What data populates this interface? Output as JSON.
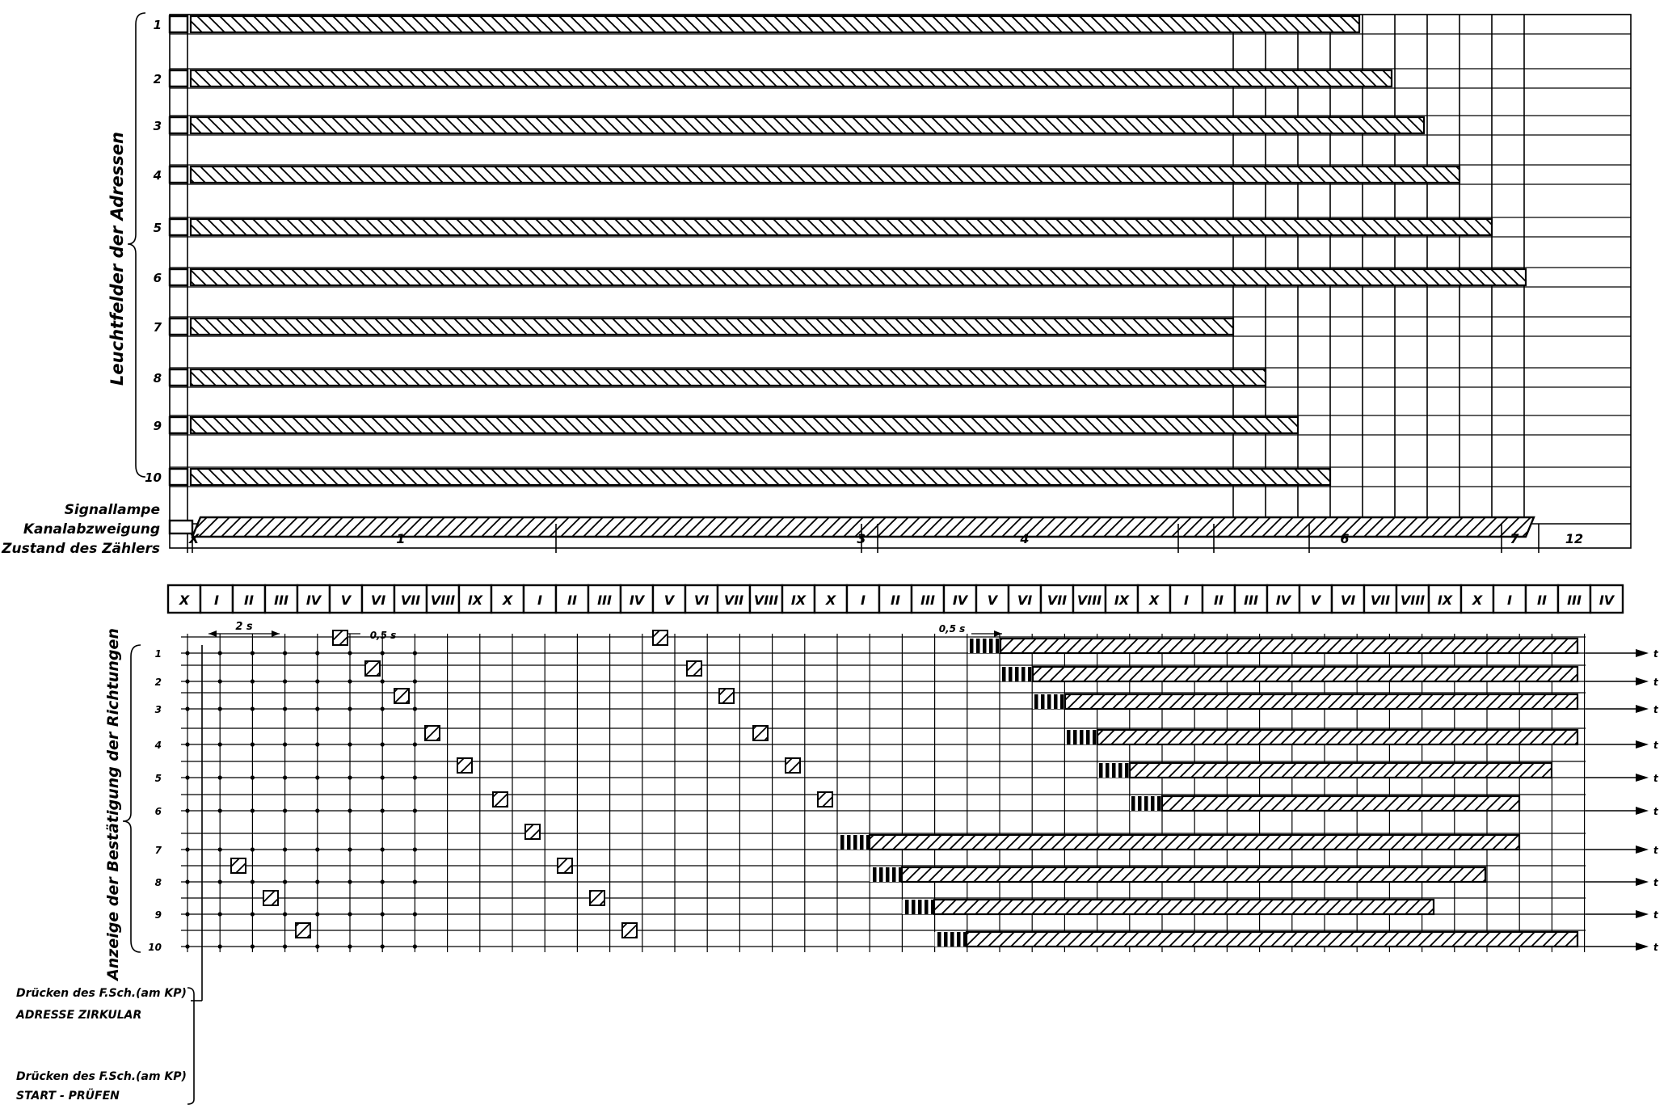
{
  "labels": {
    "top_group": "Leuchtfelder der Adressen",
    "signal_lamp": "Signallampe",
    "channel_branch": "Kanalabzweigung",
    "counter_state": "Zustand des Zählers",
    "bottom_group": "Anzeige der Bestätigung der Richtungen",
    "press_address_1": "Drücken des F.Sch.(am KP)",
    "press_address_2": "ADRESSE ZIRKULAR",
    "press_start_1": "Drücken des F.Sch.(am KP)",
    "press_start_2": "START - PRÜFEN",
    "t": "t",
    "dim_05s": "0,5 s",
    "dim_2s": "2 s"
  },
  "address_rows": [
    "1",
    "2",
    "3",
    "4",
    "5",
    "6",
    "7",
    "8",
    "9",
    "10"
  ],
  "direction_rows": [
    "1",
    "2",
    "3",
    "4",
    "5",
    "6",
    "7",
    "8",
    "9",
    "10"
  ],
  "counter_state_marks": [
    "X",
    "1",
    "3",
    "4",
    "6",
    "7",
    "12"
  ],
  "roman_sequence": [
    "X",
    "I",
    "II",
    "III",
    "IV",
    "V",
    "VI",
    "VII",
    "VIII",
    "IX",
    "X",
    "I",
    "II",
    "III",
    "IV",
    "V",
    "VI",
    "VII",
    "VIII",
    "IX",
    "X",
    "I",
    "II",
    "III",
    "IV",
    "V",
    "VI",
    "VII",
    "VIII",
    "IX",
    "X",
    "I",
    "II",
    "III",
    "IV",
    "V",
    "VI",
    "VII",
    "VIII",
    "IX",
    "X",
    "I",
    "II",
    "III",
    "IV"
  ],
  "colors": {
    "ink": "#000000",
    "paper": "#ffffff"
  }
}
